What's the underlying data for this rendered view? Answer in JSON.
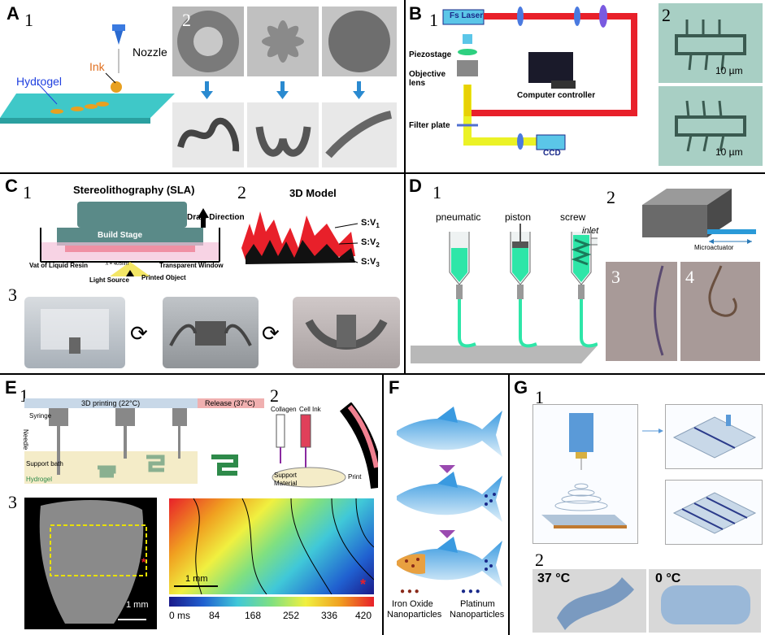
{
  "panels": {
    "A": {
      "label": "A",
      "n1": "1",
      "n2": "2",
      "nozzle": "Nozzle",
      "ink": "Ink",
      "hydrogel": "Hydrogel"
    },
    "B": {
      "label": "B",
      "n1": "1",
      "n2": "2",
      "laser": "Fs Laser",
      "piezo": "Piezostage",
      "objective": "Objective\nlens",
      "objective_l1": "Objective",
      "objective_l2": "lens",
      "computer": "Computer controller",
      "filter": "Filter plate",
      "ccd": "CCD",
      "scale1": "10 µm",
      "scale2": "10 µm"
    },
    "C": {
      "label": "C",
      "n1": "1",
      "n2": "2",
      "n3": "3",
      "sla_title": "Stereolithography (SLA)",
      "build_stage": "Build Stage",
      "draw_dir": "Draw Direction",
      "vat": "Vat of Liquid Resin",
      "window": "Transparent Window",
      "lambda": "λ = 405nm",
      "light": "Light Source",
      "printed": "Printed Object",
      "model_title": "3D Model",
      "sv1": "S:V",
      "sv2": "S:V",
      "sv3": "S:V",
      "sub1": "1",
      "sub2": "2",
      "sub3": "3"
    },
    "D": {
      "label": "D",
      "n1": "1",
      "n2": "2",
      "n3": "3",
      "n4": "4",
      "pneumatic": "pneumatic",
      "piston": "piston",
      "screw": "screw",
      "inlet": "inlet",
      "microactuator": "Microactuator"
    },
    "E": {
      "label": "E",
      "n1": "1",
      "n2": "2",
      "n3": "3",
      "printing": "3D printing (22°C)",
      "release": "Release (37°C)",
      "syringe": "Syringe",
      "needle": "Needle",
      "support_bath": "Support bath",
      "hydrogel": "Hydrogel",
      "collagen": "Collagen",
      "cell_ink": "Cell Ink",
      "support_material_l1": "Support",
      "support_material_l2": "Material",
      "print": "Print",
      "scale_mm1": "1 mm",
      "scale_mm2": "1 mm",
      "colorbar_ticks": [
        "0 ms",
        "84",
        "168",
        "252",
        "336",
        "420"
      ]
    },
    "F": {
      "label": "F",
      "iron_l1": "Iron Oxide",
      "iron_l2": "Nanoparticles",
      "pt_l1": "Platinum",
      "pt_l2": "Nanoparticles"
    },
    "G": {
      "label": "G",
      "n1": "1",
      "n2": "2",
      "temp1": "37 °C",
      "temp2": "0 °C"
    }
  },
  "colors": {
    "cyan": "#3fc8c8",
    "blue_box": "#5bc6e8",
    "red": "#e8202a",
    "green": "#2ee6a8",
    "yellow": "#e8f000",
    "navy": "#1a2a8a"
  }
}
